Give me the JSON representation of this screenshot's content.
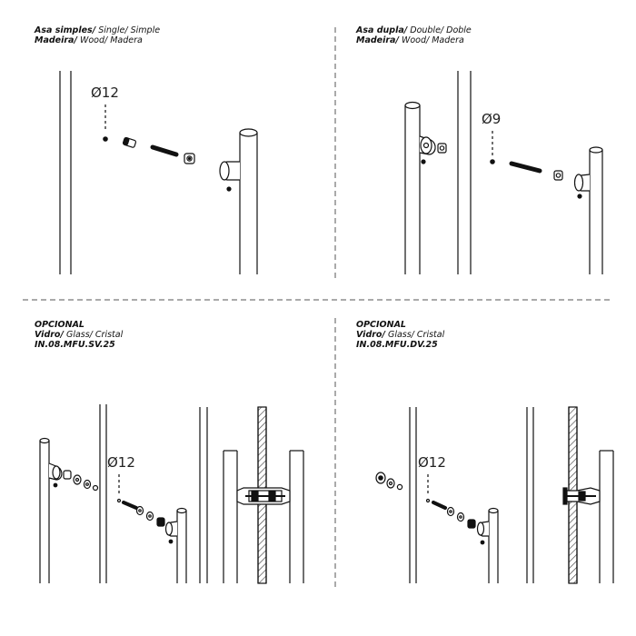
{
  "panels": {
    "single": {
      "line1_bold": "Asa simples/",
      "line1_rest": " Single/ Simple",
      "line2_bold": "Madeira/",
      "line2_rest": " Wood/ Madera",
      "dimension": "Ø12"
    },
    "double": {
      "line1_bold": "Asa dupla/",
      "line1_rest": " Double/ Doble",
      "line2_bold": "Madeira/",
      "line2_rest": " Wood/ Madera",
      "dimension": "Ø9"
    },
    "glass_single": {
      "line1": "OPCIONAL",
      "line2_bold": "Vidro/",
      "line2_rest": " Glass/ Cristal",
      "line3": "IN.08.MFU.SV.25",
      "dimension": "Ø12"
    },
    "glass_double": {
      "line1": "OPCIONAL",
      "line2_bold": "Vidro/",
      "line2_rest": " Glass/ Cristal",
      "line3": "IN.08.MFU.DV.25",
      "dimension": "Ø12"
    }
  },
  "colors": {
    "line": "#111111",
    "divider": "#555555",
    "hatch": "#444444"
  }
}
